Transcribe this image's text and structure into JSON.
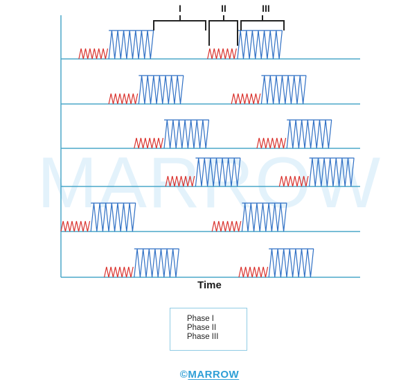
{
  "diagram": {
    "phase_labels": [
      "I",
      "II",
      "III"
    ],
    "x_axis_label": "Time",
    "legend": [
      "Phase I",
      "Phase II",
      "Phase III"
    ],
    "watermark": "MARROW",
    "copyright": {
      "symbol": "©",
      "brand": "MARROW"
    },
    "colors": {
      "phase_one": "#d9302b",
      "phase_two_three": "#2e6fc4",
      "axis": "#4aa7c9",
      "bracket": "#222222"
    },
    "traces": [
      [
        {
          "start": 0.06,
          "phase1": 0.1,
          "phase2": 0.15
        },
        {
          "start": 0.49,
          "phase1": 0.1,
          "phase2": 0.15
        }
      ],
      [
        {
          "start": 0.16,
          "phase1": 0.1,
          "phase2": 0.15
        },
        {
          "start": 0.57,
          "phase1": 0.1,
          "phase2": 0.15
        }
      ],
      [
        {
          "start": 0.245,
          "phase1": 0.1,
          "phase2": 0.15
        },
        {
          "start": 0.655,
          "phase1": 0.1,
          "phase2": 0.15
        }
      ],
      [
        {
          "start": 0.35,
          "phase1": 0.1,
          "phase2": 0.15
        },
        {
          "start": 0.73,
          "phase1": 0.1,
          "phase2": 0.15
        }
      ],
      [
        {
          "start": 0.0,
          "phase1": 0.1,
          "phase2": 0.15
        },
        {
          "start": 0.505,
          "phase1": 0.1,
          "phase2": 0.15
        }
      ],
      [
        {
          "start": 0.145,
          "phase1": 0.1,
          "phase2": 0.15
        },
        {
          "start": 0.595,
          "phase1": 0.1,
          "phase2": 0.15
        }
      ]
    ]
  }
}
